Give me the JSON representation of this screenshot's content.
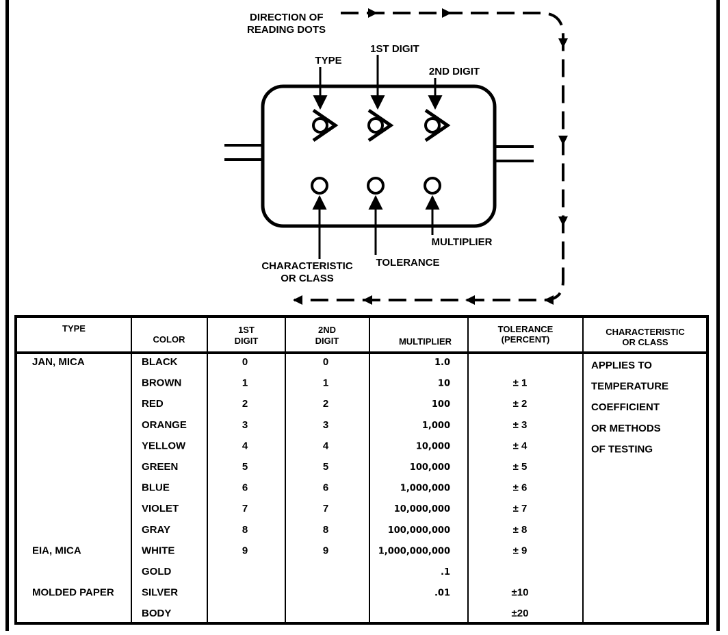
{
  "diagram": {
    "labels": {
      "direction_line1": "DIRECTION OF",
      "direction_line2": "READING DOTS",
      "type": "TYPE",
      "first_digit": "1ST DIGIT",
      "second_digit": "2ND DIGIT",
      "characteristic_line1": "CHARACTERISTIC",
      "characteristic_line2": "OR CLASS",
      "tolerance": "TOLERANCE",
      "multiplier": "MULTIPLIER"
    }
  },
  "table": {
    "headers": {
      "type": "TYPE",
      "color": "COLOR",
      "first_digit_line1": "1ST",
      "first_digit_line2": "DIGIT",
      "second_digit_line1": "2ND",
      "second_digit_line2": "DIGIT",
      "multiplier": "MULTIPLIER",
      "tolerance_line1": "TOLERANCE",
      "tolerance_line2": "(PERCENT)",
      "characteristic_line1": "CHARACTERISTIC",
      "characteristic_line2": "OR CLASS"
    },
    "rows": [
      {
        "type": "JAN, MICA",
        "color": "BLACK",
        "d1": "0",
        "d2": "0",
        "mult": "1.0",
        "tol": ""
      },
      {
        "type": "",
        "color": "BROWN",
        "d1": "1",
        "d2": "1",
        "mult": "10",
        "tol": "± 1"
      },
      {
        "type": "",
        "color": "RED",
        "d1": "2",
        "d2": "2",
        "mult": "100",
        "tol": "± 2"
      },
      {
        "type": "",
        "color": "ORANGE",
        "d1": "3",
        "d2": "3",
        "mult": "1,000",
        "tol": "± 3"
      },
      {
        "type": "",
        "color": "YELLOW",
        "d1": "4",
        "d2": "4",
        "mult": "10,000",
        "tol": "± 4"
      },
      {
        "type": "",
        "color": "GREEN",
        "d1": "5",
        "d2": "5",
        "mult": "100,000",
        "tol": "± 5"
      },
      {
        "type": "",
        "color": "BLUE",
        "d1": "6",
        "d2": "6",
        "mult": "1,000,000",
        "tol": "± 6"
      },
      {
        "type": "",
        "color": "VIOLET",
        "d1": "7",
        "d2": "7",
        "mult": "10,000,000",
        "tol": "± 7"
      },
      {
        "type": "",
        "color": "GRAY",
        "d1": "8",
        "d2": "8",
        "mult": "100,000,000",
        "tol": "± 8"
      },
      {
        "type": "EIA, MICA",
        "color": "WHITE",
        "d1": "9",
        "d2": "9",
        "mult": "1,000,000,000",
        "tol": "± 9"
      },
      {
        "type": "",
        "color": "GOLD",
        "d1": "",
        "d2": "",
        "mult": ".1",
        "tol": ""
      },
      {
        "type": "MOLDED PAPER",
        "color": "SILVER",
        "d1": "",
        "d2": "",
        "mult": ".01",
        "tol": "±10"
      },
      {
        "type": "",
        "color": "BODY",
        "d1": "",
        "d2": "",
        "mult": "",
        "tol": "±20"
      }
    ],
    "characteristic_note": [
      "APPLIES TO",
      "TEMPERATURE",
      "COEFFICIENT",
      "OR METHODS",
      "OF TESTING"
    ]
  },
  "colors": {
    "ink": "#000000",
    "paper": "#ffffff"
  }
}
